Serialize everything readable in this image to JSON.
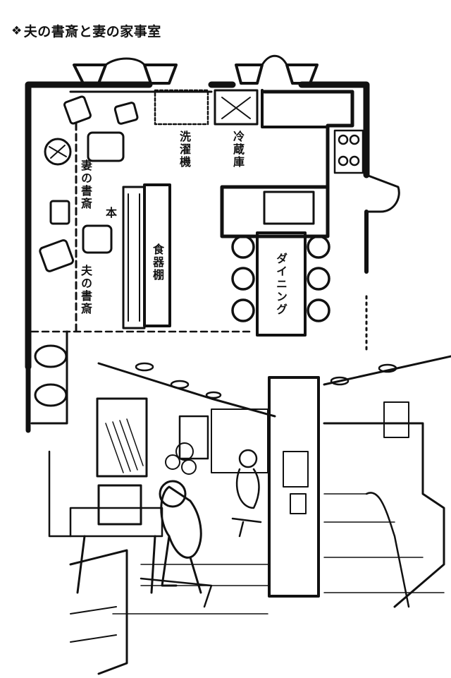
{
  "title": {
    "mark": "❖",
    "text": "夫の書斎と妻の家事室"
  },
  "rooms": {
    "wife_study": "妻の書斎",
    "husband_study": "夫の書斎",
    "books": "本",
    "washer": "洗濯機",
    "fridge": "冷蔵庫",
    "cupboard": "食器棚",
    "dining": "ダイニング"
  },
  "colors": {
    "ink": "#111111",
    "paper": "#ffffff"
  }
}
